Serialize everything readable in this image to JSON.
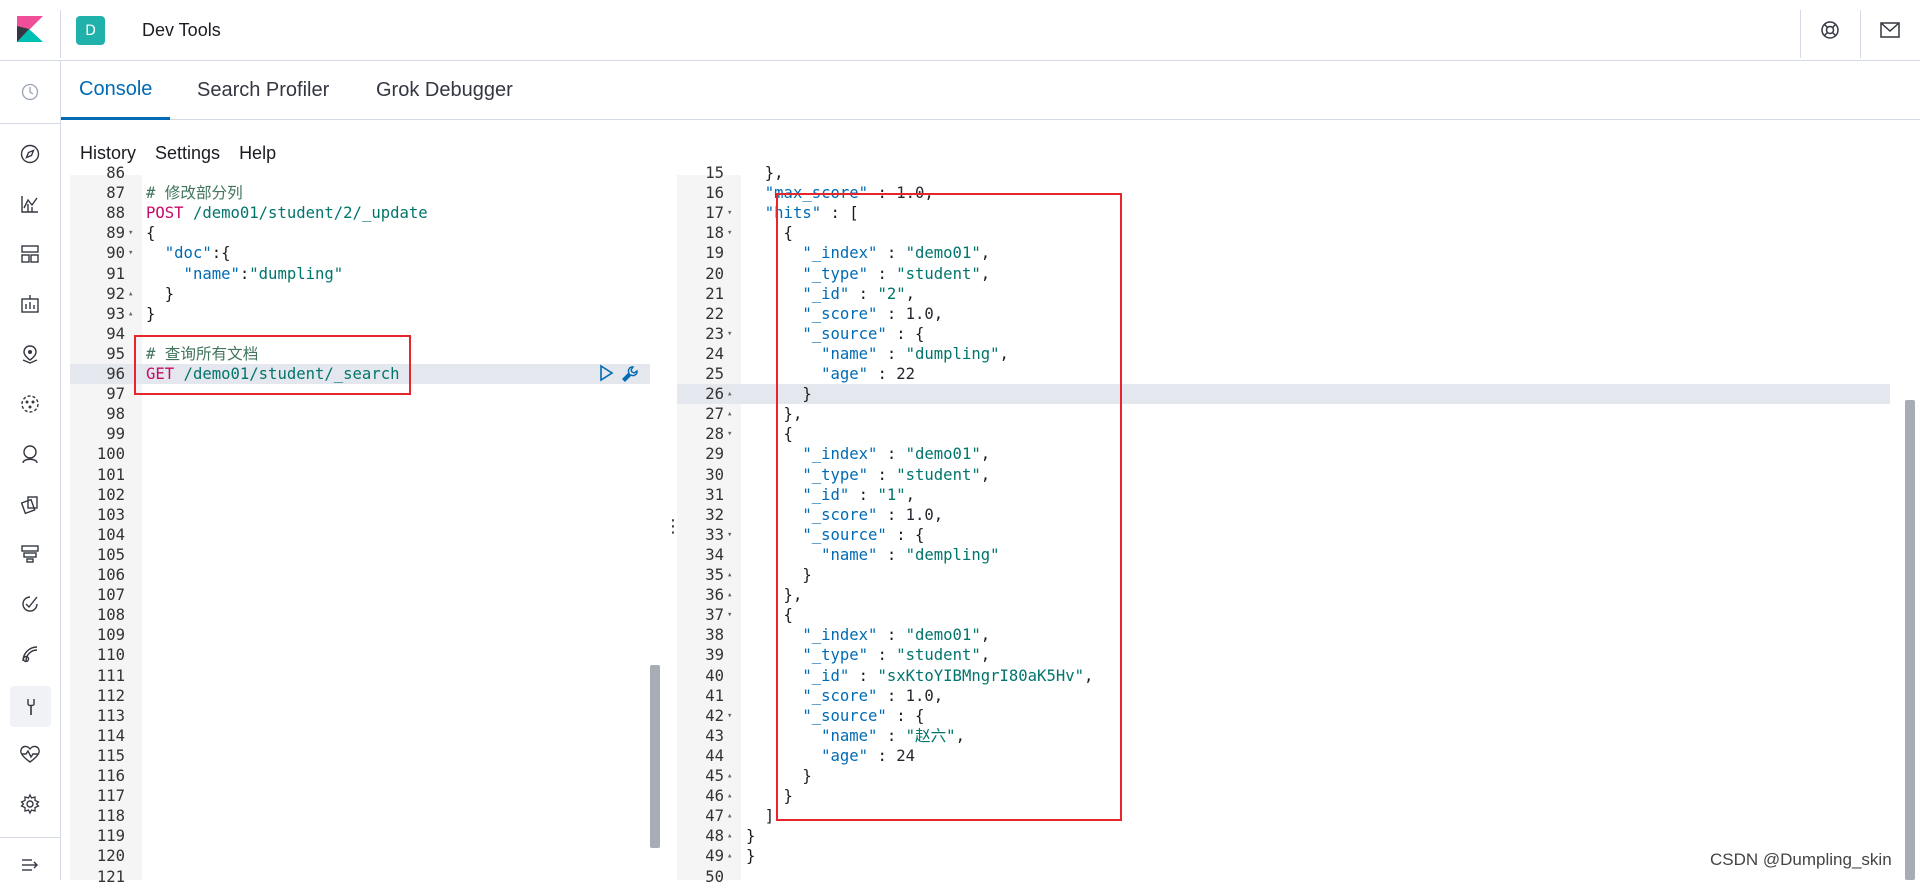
{
  "header": {
    "space_avatar": "D",
    "app_title": "Dev Tools"
  },
  "tabs": [
    {
      "label": "Console",
      "active": true
    },
    {
      "label": "Search Profiler",
      "active": false
    },
    {
      "label": "Grok Debugger",
      "active": false
    }
  ],
  "menu": [
    "History",
    "Settings",
    "Help"
  ],
  "left_nav_icons": [
    "clock-icon",
    "discover-icon",
    "visualize-icon",
    "dashboard-icon",
    "canvas-icon",
    "maps-icon",
    "ml-icon",
    "graph-icon",
    "apm-icon",
    "logs-icon",
    "uptime-icon",
    "siem-icon",
    "devtools-icon",
    "monitoring-icon",
    "management-icon",
    "collapse-icon"
  ],
  "request_editor": {
    "lines": [
      {
        "n": "86",
        "fold": "",
        "tokens": []
      },
      {
        "n": "87",
        "fold": "",
        "tokens": [
          {
            "t": "# 修改部分列",
            "c": "comment"
          }
        ]
      },
      {
        "n": "88",
        "fold": "",
        "tokens": [
          {
            "t": "POST",
            "c": "method"
          },
          {
            "t": " /demo01/student/2/_update",
            "c": "url"
          }
        ]
      },
      {
        "n": "89",
        "fold": "▾",
        "tokens": [
          {
            "t": "{",
            "c": "punc"
          }
        ]
      },
      {
        "n": "90",
        "fold": "▾",
        "tokens": [
          {
            "t": "  \"doc\"",
            "c": "key"
          },
          {
            "t": ":{",
            "c": "punc"
          }
        ]
      },
      {
        "n": "91",
        "fold": "",
        "tokens": [
          {
            "t": "    \"name\"",
            "c": "key"
          },
          {
            "t": ":",
            "c": "punc"
          },
          {
            "t": "\"dumpling\"",
            "c": "str"
          }
        ]
      },
      {
        "n": "92",
        "fold": "▴",
        "tokens": [
          {
            "t": "  }",
            "c": "punc"
          }
        ]
      },
      {
        "n": "93",
        "fold": "▴",
        "tokens": [
          {
            "t": "}",
            "c": "punc"
          }
        ]
      },
      {
        "n": "94",
        "fold": "",
        "tokens": []
      },
      {
        "n": "95",
        "fold": "",
        "tokens": [
          {
            "t": "# 查询所有文档",
            "c": "comment"
          }
        ]
      },
      {
        "n": "96",
        "fold": "",
        "tokens": [
          {
            "t": "GET",
            "c": "method"
          },
          {
            "t": " /demo01/student/_search",
            "c": "url"
          }
        ]
      },
      {
        "n": "97",
        "fold": "",
        "tokens": []
      },
      {
        "n": "98",
        "fold": "",
        "tokens": []
      },
      {
        "n": "99",
        "fold": "",
        "tokens": []
      },
      {
        "n": "100",
        "fold": "",
        "tokens": []
      },
      {
        "n": "101",
        "fold": "",
        "tokens": []
      },
      {
        "n": "102",
        "fold": "",
        "tokens": []
      },
      {
        "n": "103",
        "fold": "",
        "tokens": []
      },
      {
        "n": "104",
        "fold": "",
        "tokens": []
      },
      {
        "n": "105",
        "fold": "",
        "tokens": []
      },
      {
        "n": "106",
        "fold": "",
        "tokens": []
      },
      {
        "n": "107",
        "fold": "",
        "tokens": []
      },
      {
        "n": "108",
        "fold": "",
        "tokens": []
      },
      {
        "n": "109",
        "fold": "",
        "tokens": []
      },
      {
        "n": "110",
        "fold": "",
        "tokens": []
      },
      {
        "n": "111",
        "fold": "",
        "tokens": []
      },
      {
        "n": "112",
        "fold": "",
        "tokens": []
      },
      {
        "n": "113",
        "fold": "",
        "tokens": []
      },
      {
        "n": "114",
        "fold": "",
        "tokens": []
      },
      {
        "n": "115",
        "fold": "",
        "tokens": []
      },
      {
        "n": "116",
        "fold": "",
        "tokens": []
      },
      {
        "n": "117",
        "fold": "",
        "tokens": []
      },
      {
        "n": "118",
        "fold": "",
        "tokens": []
      },
      {
        "n": "119",
        "fold": "",
        "tokens": []
      },
      {
        "n": "120",
        "fold": "",
        "tokens": []
      },
      {
        "n": "121",
        "fold": "",
        "tokens": []
      }
    ]
  },
  "response_editor": {
    "lines": [
      {
        "n": "15",
        "fold": "",
        "tokens": [
          {
            "t": "  },",
            "c": "punc"
          }
        ]
      },
      {
        "n": "16",
        "fold": "",
        "tokens": [
          {
            "t": "  \"max_score\"",
            "c": "key"
          },
          {
            "t": " : ",
            "c": "punc"
          },
          {
            "t": "1.0",
            "c": "num"
          },
          {
            "t": ",",
            "c": "punc"
          }
        ]
      },
      {
        "n": "17",
        "fold": "▾",
        "tokens": [
          {
            "t": "  \"hits\"",
            "c": "key"
          },
          {
            "t": " : [",
            "c": "punc"
          }
        ]
      },
      {
        "n": "18",
        "fold": "▾",
        "tokens": [
          {
            "t": "    {",
            "c": "punc"
          }
        ]
      },
      {
        "n": "19",
        "fold": "",
        "tokens": [
          {
            "t": "      \"_index\"",
            "c": "key"
          },
          {
            "t": " : ",
            "c": "punc"
          },
          {
            "t": "\"demo01\"",
            "c": "str"
          },
          {
            "t": ",",
            "c": "punc"
          }
        ]
      },
      {
        "n": "20",
        "fold": "",
        "tokens": [
          {
            "t": "      \"_type\"",
            "c": "key"
          },
          {
            "t": " : ",
            "c": "punc"
          },
          {
            "t": "\"student\"",
            "c": "str"
          },
          {
            "t": ",",
            "c": "punc"
          }
        ]
      },
      {
        "n": "21",
        "fold": "",
        "tokens": [
          {
            "t": "      \"_id\"",
            "c": "key"
          },
          {
            "t": " : ",
            "c": "punc"
          },
          {
            "t": "\"2\"",
            "c": "str"
          },
          {
            "t": ",",
            "c": "punc"
          }
        ]
      },
      {
        "n": "22",
        "fold": "",
        "tokens": [
          {
            "t": "      \"_score\"",
            "c": "key"
          },
          {
            "t": " : ",
            "c": "punc"
          },
          {
            "t": "1.0",
            "c": "num"
          },
          {
            "t": ",",
            "c": "punc"
          }
        ]
      },
      {
        "n": "23",
        "fold": "▾",
        "tokens": [
          {
            "t": "      \"_source\"",
            "c": "key"
          },
          {
            "t": " : {",
            "c": "punc"
          }
        ]
      },
      {
        "n": "24",
        "fold": "",
        "tokens": [
          {
            "t": "        \"name\"",
            "c": "key"
          },
          {
            "t": " : ",
            "c": "punc"
          },
          {
            "t": "\"dumpling\"",
            "c": "str"
          },
          {
            "t": ",",
            "c": "punc"
          }
        ]
      },
      {
        "n": "25",
        "fold": "",
        "tokens": [
          {
            "t": "        \"age\"",
            "c": "key"
          },
          {
            "t": " : ",
            "c": "punc"
          },
          {
            "t": "22",
            "c": "num"
          }
        ]
      },
      {
        "n": "26",
        "fold": "▴",
        "tokens": [
          {
            "t": "      }",
            "c": "punc"
          }
        ]
      },
      {
        "n": "27",
        "fold": "▴",
        "tokens": [
          {
            "t": "    },",
            "c": "punc"
          }
        ]
      },
      {
        "n": "28",
        "fold": "▾",
        "tokens": [
          {
            "t": "    {",
            "c": "punc"
          }
        ]
      },
      {
        "n": "29",
        "fold": "",
        "tokens": [
          {
            "t": "      \"_index\"",
            "c": "key"
          },
          {
            "t": " : ",
            "c": "punc"
          },
          {
            "t": "\"demo01\"",
            "c": "str"
          },
          {
            "t": ",",
            "c": "punc"
          }
        ]
      },
      {
        "n": "30",
        "fold": "",
        "tokens": [
          {
            "t": "      \"_type\"",
            "c": "key"
          },
          {
            "t": " : ",
            "c": "punc"
          },
          {
            "t": "\"student\"",
            "c": "str"
          },
          {
            "t": ",",
            "c": "punc"
          }
        ]
      },
      {
        "n": "31",
        "fold": "",
        "tokens": [
          {
            "t": "      \"_id\"",
            "c": "key"
          },
          {
            "t": " : ",
            "c": "punc"
          },
          {
            "t": "\"1\"",
            "c": "str"
          },
          {
            "t": ",",
            "c": "punc"
          }
        ]
      },
      {
        "n": "32",
        "fold": "",
        "tokens": [
          {
            "t": "      \"_score\"",
            "c": "key"
          },
          {
            "t": " : ",
            "c": "punc"
          },
          {
            "t": "1.0",
            "c": "num"
          },
          {
            "t": ",",
            "c": "punc"
          }
        ]
      },
      {
        "n": "33",
        "fold": "▾",
        "tokens": [
          {
            "t": "      \"_source\"",
            "c": "key"
          },
          {
            "t": " : {",
            "c": "punc"
          }
        ]
      },
      {
        "n": "34",
        "fold": "",
        "tokens": [
          {
            "t": "        \"name\"",
            "c": "key"
          },
          {
            "t": " : ",
            "c": "punc"
          },
          {
            "t": "\"dempling\"",
            "c": "str"
          }
        ]
      },
      {
        "n": "35",
        "fold": "▴",
        "tokens": [
          {
            "t": "      }",
            "c": "punc"
          }
        ]
      },
      {
        "n": "36",
        "fold": "▴",
        "tokens": [
          {
            "t": "    },",
            "c": "punc"
          }
        ]
      },
      {
        "n": "37",
        "fold": "▾",
        "tokens": [
          {
            "t": "    {",
            "c": "punc"
          }
        ]
      },
      {
        "n": "38",
        "fold": "",
        "tokens": [
          {
            "t": "      \"_index\"",
            "c": "key"
          },
          {
            "t": " : ",
            "c": "punc"
          },
          {
            "t": "\"demo01\"",
            "c": "str"
          },
          {
            "t": ",",
            "c": "punc"
          }
        ]
      },
      {
        "n": "39",
        "fold": "",
        "tokens": [
          {
            "t": "      \"_type\"",
            "c": "key"
          },
          {
            "t": " : ",
            "c": "punc"
          },
          {
            "t": "\"student\"",
            "c": "str"
          },
          {
            "t": ",",
            "c": "punc"
          }
        ]
      },
      {
        "n": "40",
        "fold": "",
        "tokens": [
          {
            "t": "      \"_id\"",
            "c": "key"
          },
          {
            "t": " : ",
            "c": "punc"
          },
          {
            "t": "\"sxKtoYIBMngrI80aK5Hv\"",
            "c": "str"
          },
          {
            "t": ",",
            "c": "punc"
          }
        ]
      },
      {
        "n": "41",
        "fold": "",
        "tokens": [
          {
            "t": "      \"_score\"",
            "c": "key"
          },
          {
            "t": " : ",
            "c": "punc"
          },
          {
            "t": "1.0",
            "c": "num"
          },
          {
            "t": ",",
            "c": "punc"
          }
        ]
      },
      {
        "n": "42",
        "fold": "▾",
        "tokens": [
          {
            "t": "      \"_source\"",
            "c": "key"
          },
          {
            "t": " : {",
            "c": "punc"
          }
        ]
      },
      {
        "n": "43",
        "fold": "",
        "tokens": [
          {
            "t": "        \"name\"",
            "c": "key"
          },
          {
            "t": " : ",
            "c": "punc"
          },
          {
            "t": "\"赵六\"",
            "c": "str"
          },
          {
            "t": ",",
            "c": "punc"
          }
        ]
      },
      {
        "n": "44",
        "fold": "",
        "tokens": [
          {
            "t": "        \"age\"",
            "c": "key"
          },
          {
            "t": " : ",
            "c": "punc"
          },
          {
            "t": "24",
            "c": "num"
          }
        ]
      },
      {
        "n": "45",
        "fold": "▴",
        "tokens": [
          {
            "t": "      }",
            "c": "punc"
          }
        ]
      },
      {
        "n": "46",
        "fold": "▴",
        "tokens": [
          {
            "t": "    }",
            "c": "punc"
          }
        ]
      },
      {
        "n": "47",
        "fold": "▴",
        "tokens": [
          {
            "t": "  ]",
            "c": "punc"
          }
        ]
      },
      {
        "n": "48",
        "fold": "▴",
        "tokens": [
          {
            "t": "}",
            "c": "punc"
          }
        ]
      },
      {
        "n": "49",
        "fold": "▴",
        "tokens": [
          {
            "t": "}",
            "c": "punc"
          }
        ]
      },
      {
        "n": "50",
        "fold": "",
        "tokens": []
      }
    ]
  },
  "watermark": "CSDN @Dumpling_skin"
}
